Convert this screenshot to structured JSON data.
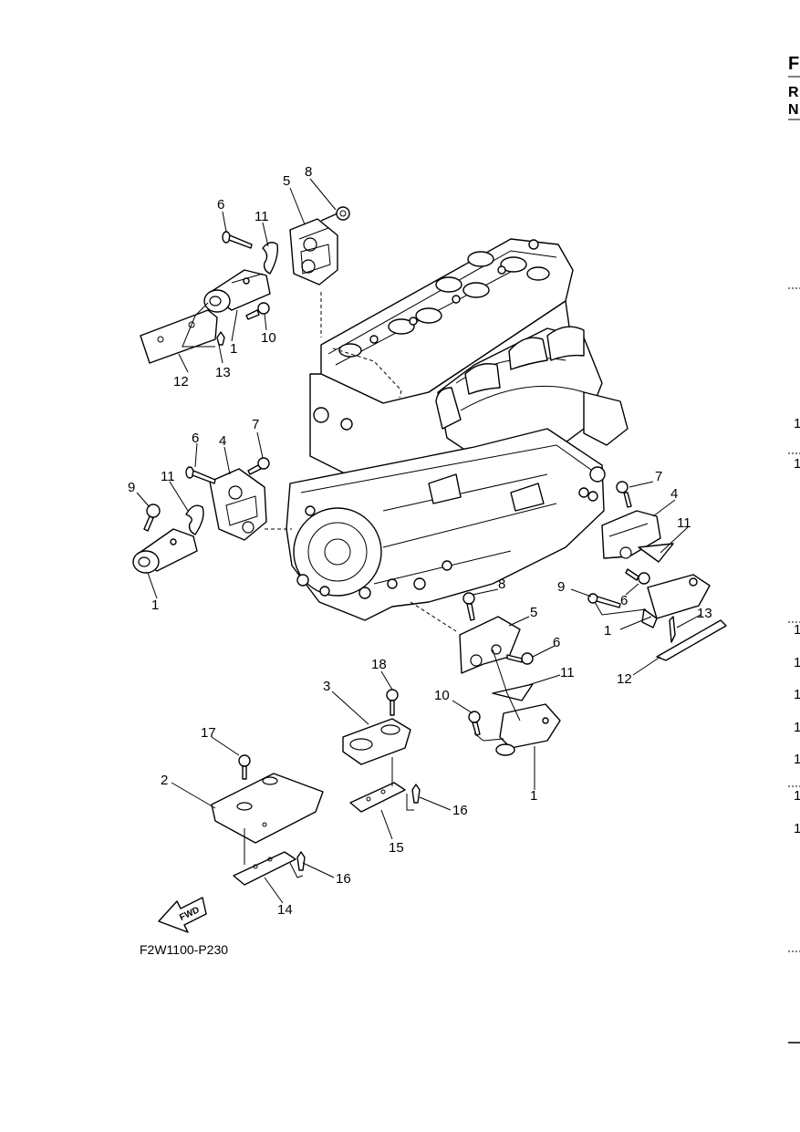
{
  "figure": {
    "code": "F2W1100-P230",
    "fwd_label": "FWD"
  },
  "right_margin": {
    "letters": [
      "F",
      "R",
      "N"
    ],
    "numbers": [
      "1",
      "1",
      "1",
      "1",
      "1",
      "1",
      "1",
      "1",
      "1"
    ]
  },
  "callouts": {
    "c1_a": "1",
    "c1_b": "1",
    "c1_c": "1",
    "c1_d": "1",
    "c2": "2",
    "c3": "3",
    "c4_a": "4",
    "c4_b": "4",
    "c5_a": "5",
    "c5_b": "5",
    "c6_a": "6",
    "c6_b": "6",
    "c6_c": "6",
    "c6_d": "6",
    "c7_a": "7",
    "c7_b": "7",
    "c8_a": "8",
    "c8_b": "8",
    "c9_a": "9",
    "c9_b": "9",
    "c10_a": "10",
    "c10_b": "10",
    "c11_a": "11",
    "c11_b": "11",
    "c11_c": "11",
    "c11_d": "11",
    "c12_a": "12",
    "c12_b": "12",
    "c13_a": "13",
    "c13_b": "13",
    "c14": "14",
    "c15": "15",
    "c16_a": "16",
    "c16_b": "16",
    "c17": "17",
    "c18": "18"
  }
}
